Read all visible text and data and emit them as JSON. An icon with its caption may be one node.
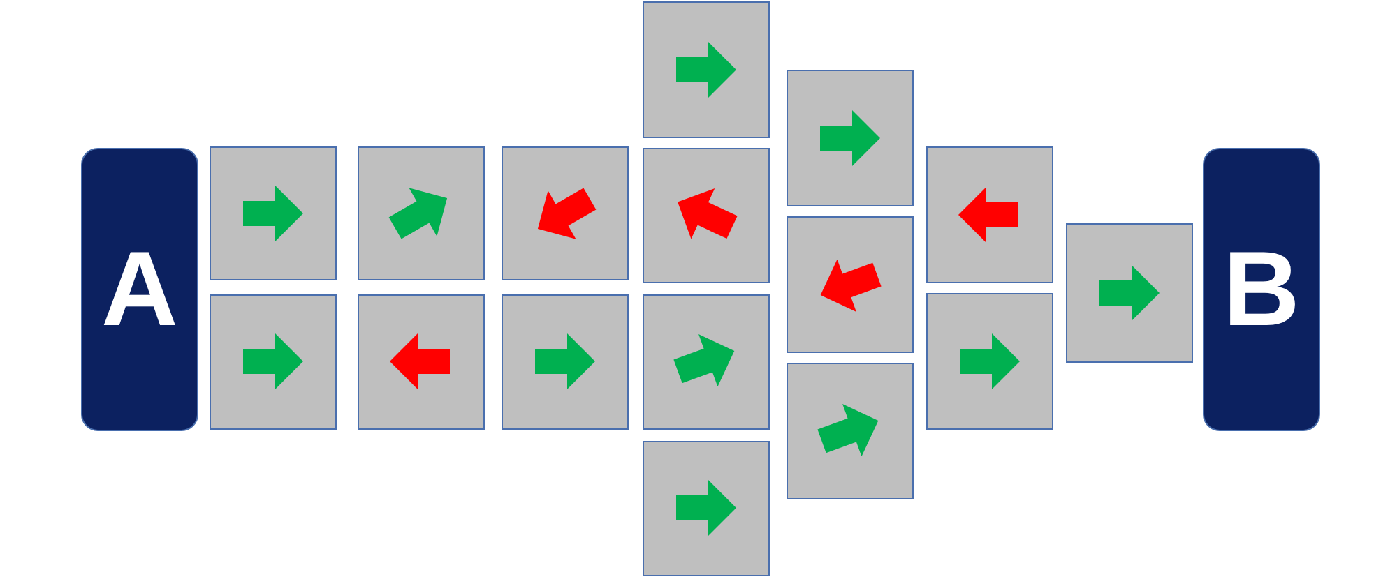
{
  "diagram": {
    "nodes": [
      {
        "text": [
          "A"
        ]
      },
      {
        "text": [],
        "shape": "box"
      },
      {
        "text": [],
        "shape": "box"
      },
      {
        "text": [],
        "shape": "box"
      },
      {
        "text": [],
        "shape": "box"
      },
      {
        "text": [],
        "shape": "box"
      },
      {
        "text": [],
        "shape": "box"
      },
      {
        "text": [],
        "shape": "box"
      },
      {
        "text": [],
        "shape": "box"
      },
      {
        "text": [],
        "shape": "box"
      },
      {
        "text": [],
        "shape": "box"
      },
      {
        "text": [],
        "shape": "box"
      },
      {
        "text": [],
        "shape": "box"
      },
      {
        "text": [],
        "shape": "box"
      },
      {
        "text": [],
        "shape": "box"
      },
      {
        "text": [],
        "shape": "box"
      },
      {
        "text": [],
        "shape": "box"
      },
      {
        "text": [
          "B"
        ]
      }
    ]
  }
}
